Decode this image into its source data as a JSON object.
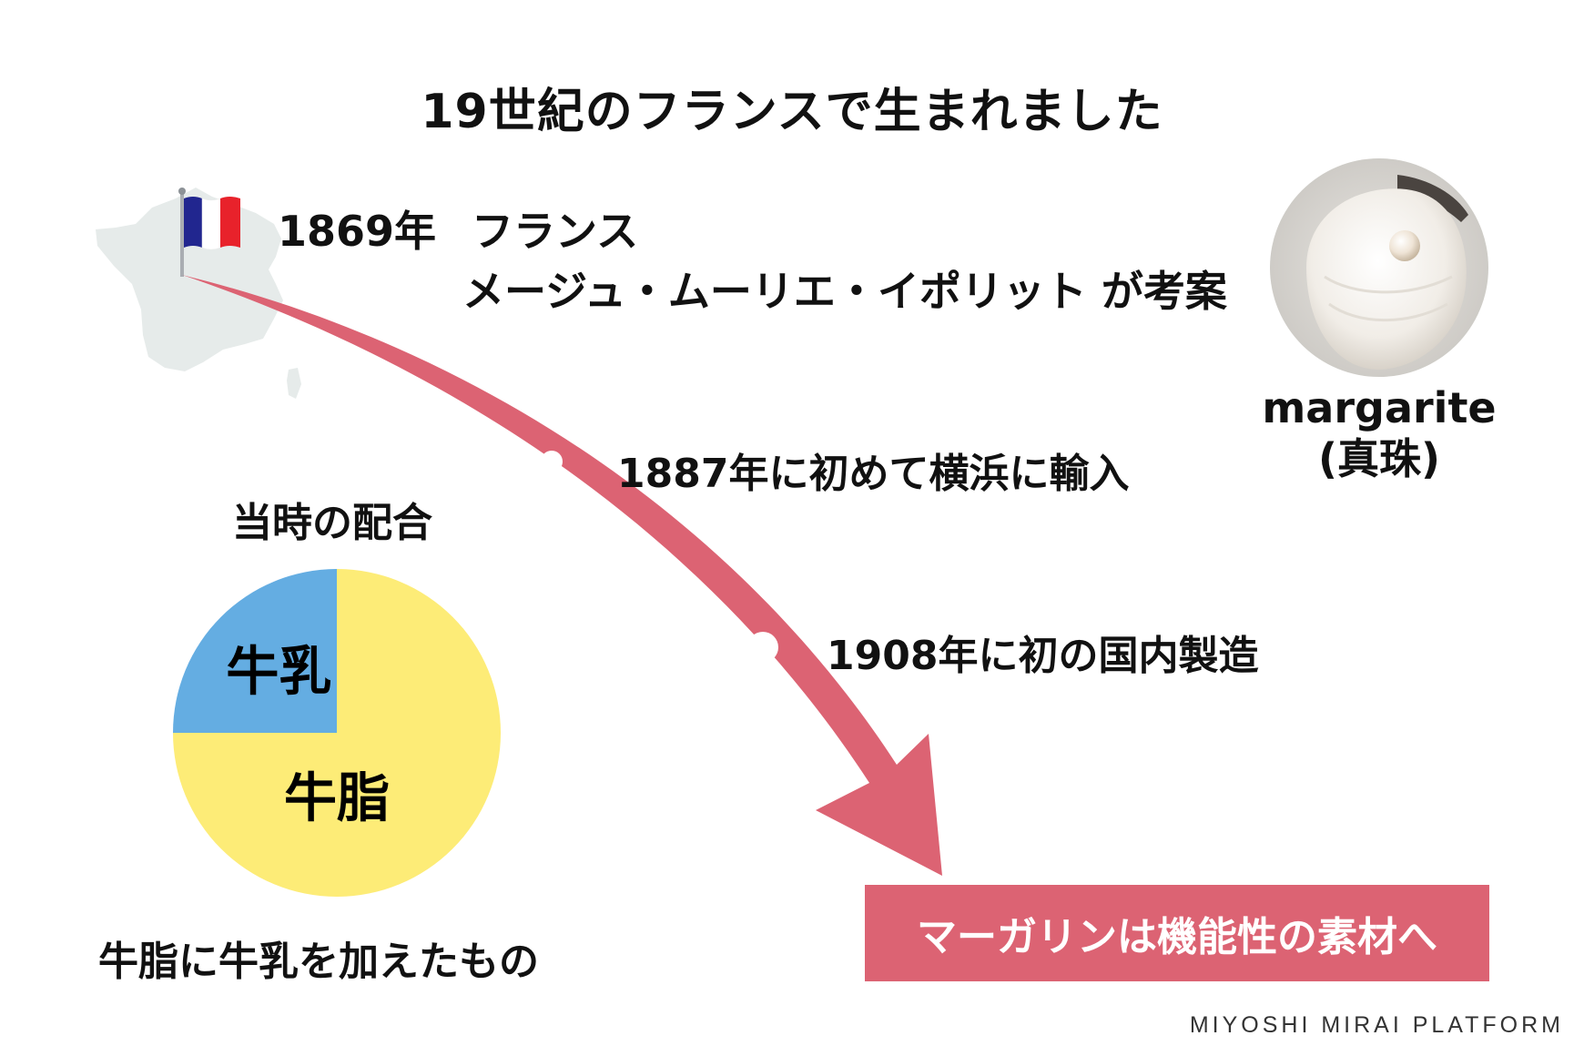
{
  "title": "19世紀のフランスで生まれました",
  "origin": {
    "year": "1869年",
    "country": "フランス",
    "inventor": "メージュ・ムーリエ・イポリット が考案"
  },
  "milestones": {
    "import": "1887年に初めて横浜に輸入",
    "manufacture": "1908年に初の国内製造"
  },
  "etymology": {
    "word": "margarite",
    "meaning": "(真珠)"
  },
  "chart_data": {
    "type": "pie",
    "title": "当時の配合",
    "categories": [
      "牛乳",
      "牛脂"
    ],
    "values": [
      25,
      75
    ],
    "colors": [
      "#64ade2",
      "#fdec77"
    ]
  },
  "blend_description": "牛脂に牛乳を加えたもの",
  "result": "マーガリンは機能性の素材へ",
  "brand": "MIYOSHI MIRAI PLATFORM",
  "colors": {
    "arrow": "#dc6373",
    "map": "#e6ebea",
    "flag_blue": "#21268f",
    "flag_red": "#e8222b"
  }
}
